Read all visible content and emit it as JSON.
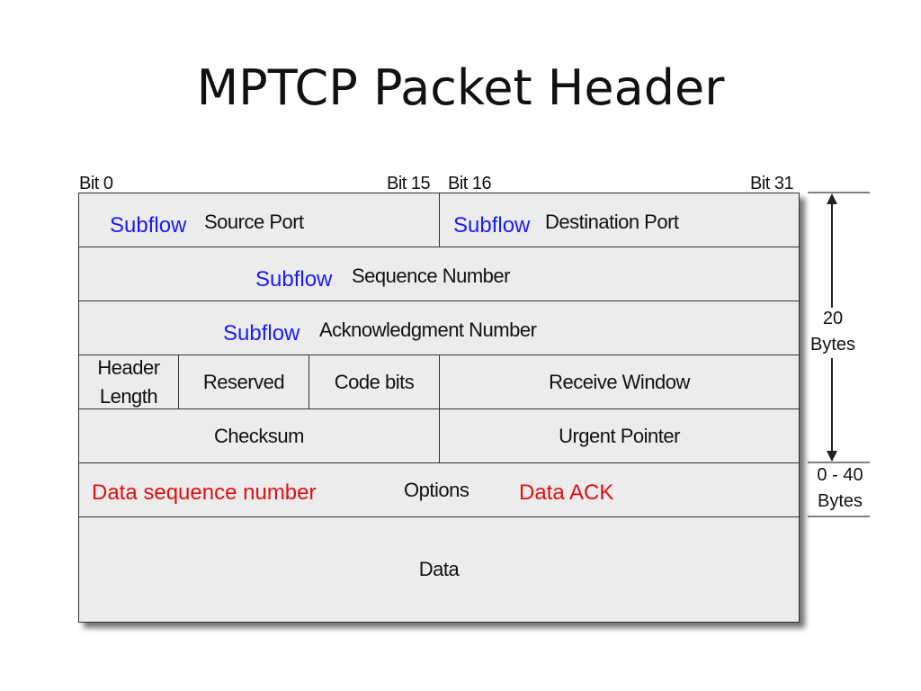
{
  "slide": {
    "title": "MPTCP Packet Header"
  },
  "bits": {
    "bit0": "Bit 0",
    "bit15": "Bit 15",
    "bit16": "Bit 16",
    "bit31": "Bit 31"
  },
  "rows": {
    "ports": {
      "prefix": "Subflow",
      "source_port": "Source Port",
      "dest_prefix": "Subflow",
      "destination_port": "Destination Port"
    },
    "sequence": {
      "prefix": "Subflow",
      "label": "Sequence Number"
    },
    "ack": {
      "prefix": "Subflow",
      "label": "Acknowledgment Number"
    },
    "flags": {
      "header_length": "Header\nLength",
      "reserved": "Reserved",
      "code_bits": "Code bits",
      "receive_window": "Receive Window"
    },
    "check": {
      "checksum": "Checksum",
      "urgent_pointer": "Urgent Pointer"
    },
    "options": {
      "data_sequence_number": "Data sequence number",
      "label": "Options",
      "data_ack": "Data ACK"
    },
    "data": {
      "label": "Data"
    }
  },
  "side": {
    "fixed_size": "20\nBytes",
    "options_size": "0 - 40\nBytes"
  },
  "colors": {
    "mptcp_subflow": "#1a1aff",
    "mptcp_option": "#e01010",
    "box_fill": "#ececec"
  }
}
